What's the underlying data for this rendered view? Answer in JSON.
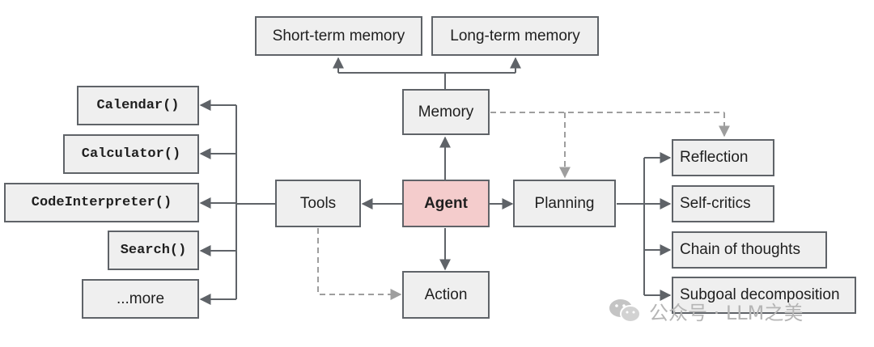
{
  "nodes": {
    "short_term_memory": "Short-term memory",
    "long_term_memory": "Long-term memory",
    "memory": "Memory",
    "agent": "Agent",
    "tools": "Tools",
    "planning": "Planning",
    "action": "Action",
    "calendar": "Calendar()",
    "calculator": "Calculator()",
    "code_interpreter": "CodeInterpreter()",
    "search": "Search()",
    "more": "...more",
    "reflection": "Reflection",
    "self_critics": "Self-critics",
    "chain_of_thoughts": "Chain of thoughts",
    "subgoal_decomposition": "Subgoal decomposition"
  },
  "watermark": {
    "text": "公众号 · LLM之美",
    "icon": "wechat-icon"
  },
  "colors": {
    "box_fill": "#efefef",
    "agent_fill": "#f4cccc",
    "stroke": "#5f6368",
    "dashed_stroke": "#9e9e9e"
  }
}
